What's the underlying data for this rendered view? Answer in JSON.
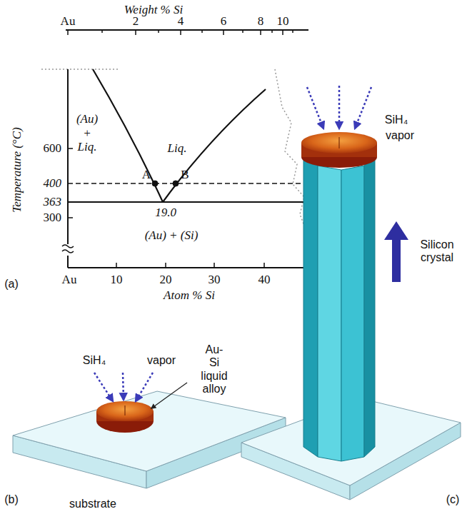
{
  "diagram": {
    "labels": [
      "Weight % Si",
      "Au",
      "2",
      "4",
      "6",
      "8",
      "10",
      "Temperature (°C)",
      "600",
      "400",
      "363",
      "300",
      "(Au) + Liq.",
      "Liq.",
      "A",
      "B",
      "19.0",
      "(Au) + (Si)",
      "Au",
      "10",
      "20",
      "30",
      "40",
      "Atom % Si",
      "(a)",
      "SiH₄",
      "vapor",
      "Au-Si liquid alloy",
      "substrate",
      "(b)",
      "SiH₄",
      "vapor",
      "Silicon crystal",
      "(c)"
    ]
  }
}
